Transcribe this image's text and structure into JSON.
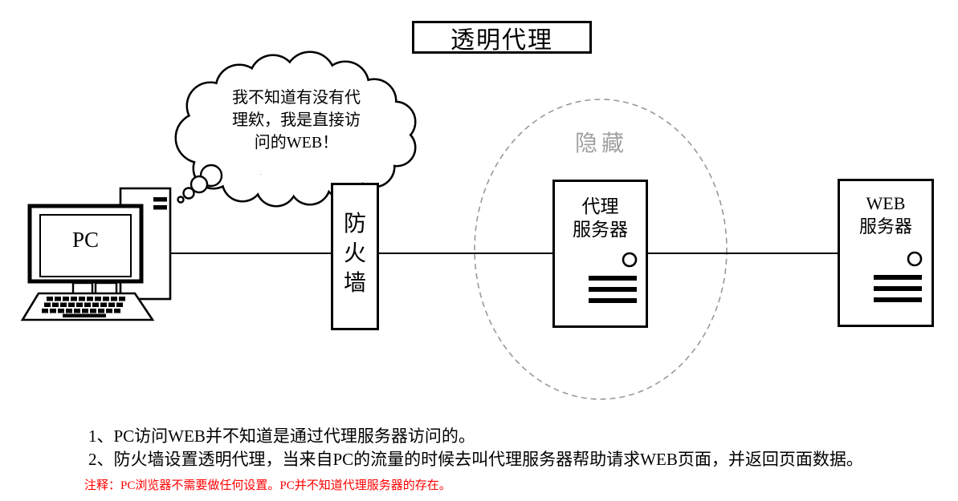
{
  "title": "透明代理",
  "thought_bubble": {
    "line1": "我不知道有没有代",
    "line2": "理欸，我是直接访",
    "line3": "问的WEB！"
  },
  "pc_label": "PC",
  "firewall_label": "防火墙",
  "hidden_label": "隐藏",
  "proxy_server": {
    "line1": "代理",
    "line2": "服务器"
  },
  "web_server": {
    "line1": "WEB",
    "line2": "服务器"
  },
  "notes": {
    "note1": "1、PC访问WEB并不知道是通过代理服务器访问的。",
    "note2": "2、防火墙设置透明代理，当来自PC的流量的时候去叫代理服务器帮助请求WEB页面，并返回页面数据。",
    "annotation": "注释：PC浏览器不需要做任何设置。PC并不知道代理服务器的存在。"
  },
  "colors": {
    "ink": "#000000",
    "hidden_gray": "#a0a0a0",
    "ellipse_gray": "#999999",
    "annotation_red": "#ff0000"
  }
}
